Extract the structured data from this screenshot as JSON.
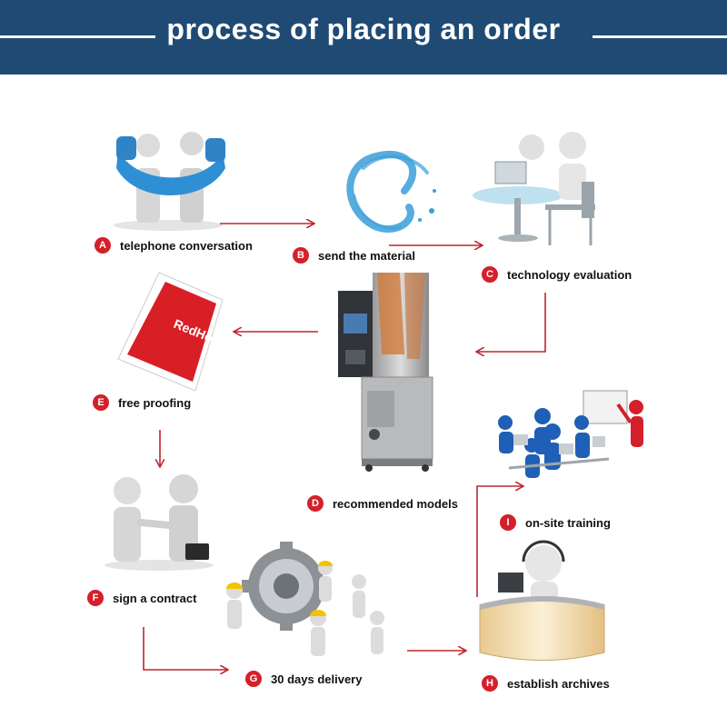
{
  "header": {
    "title": "process of placing an order"
  },
  "colors": {
    "header_bg": "#1f4a74",
    "badge": "#d4202a",
    "arrow": "#c0262d"
  },
  "steps": [
    {
      "letter": "A",
      "label": "telephone conversation"
    },
    {
      "letter": "B",
      "label": "send the material"
    },
    {
      "letter": "C",
      "label": "technology evaluation"
    },
    {
      "letter": "D",
      "label": "recommended models"
    },
    {
      "letter": "E",
      "label": "free proofing"
    },
    {
      "letter": "F",
      "label": "sign a contract"
    },
    {
      "letter": "G",
      "label": "30 days delivery"
    },
    {
      "letter": "H",
      "label": "establish archives"
    },
    {
      "letter": "I",
      "label": "on-site training"
    }
  ]
}
